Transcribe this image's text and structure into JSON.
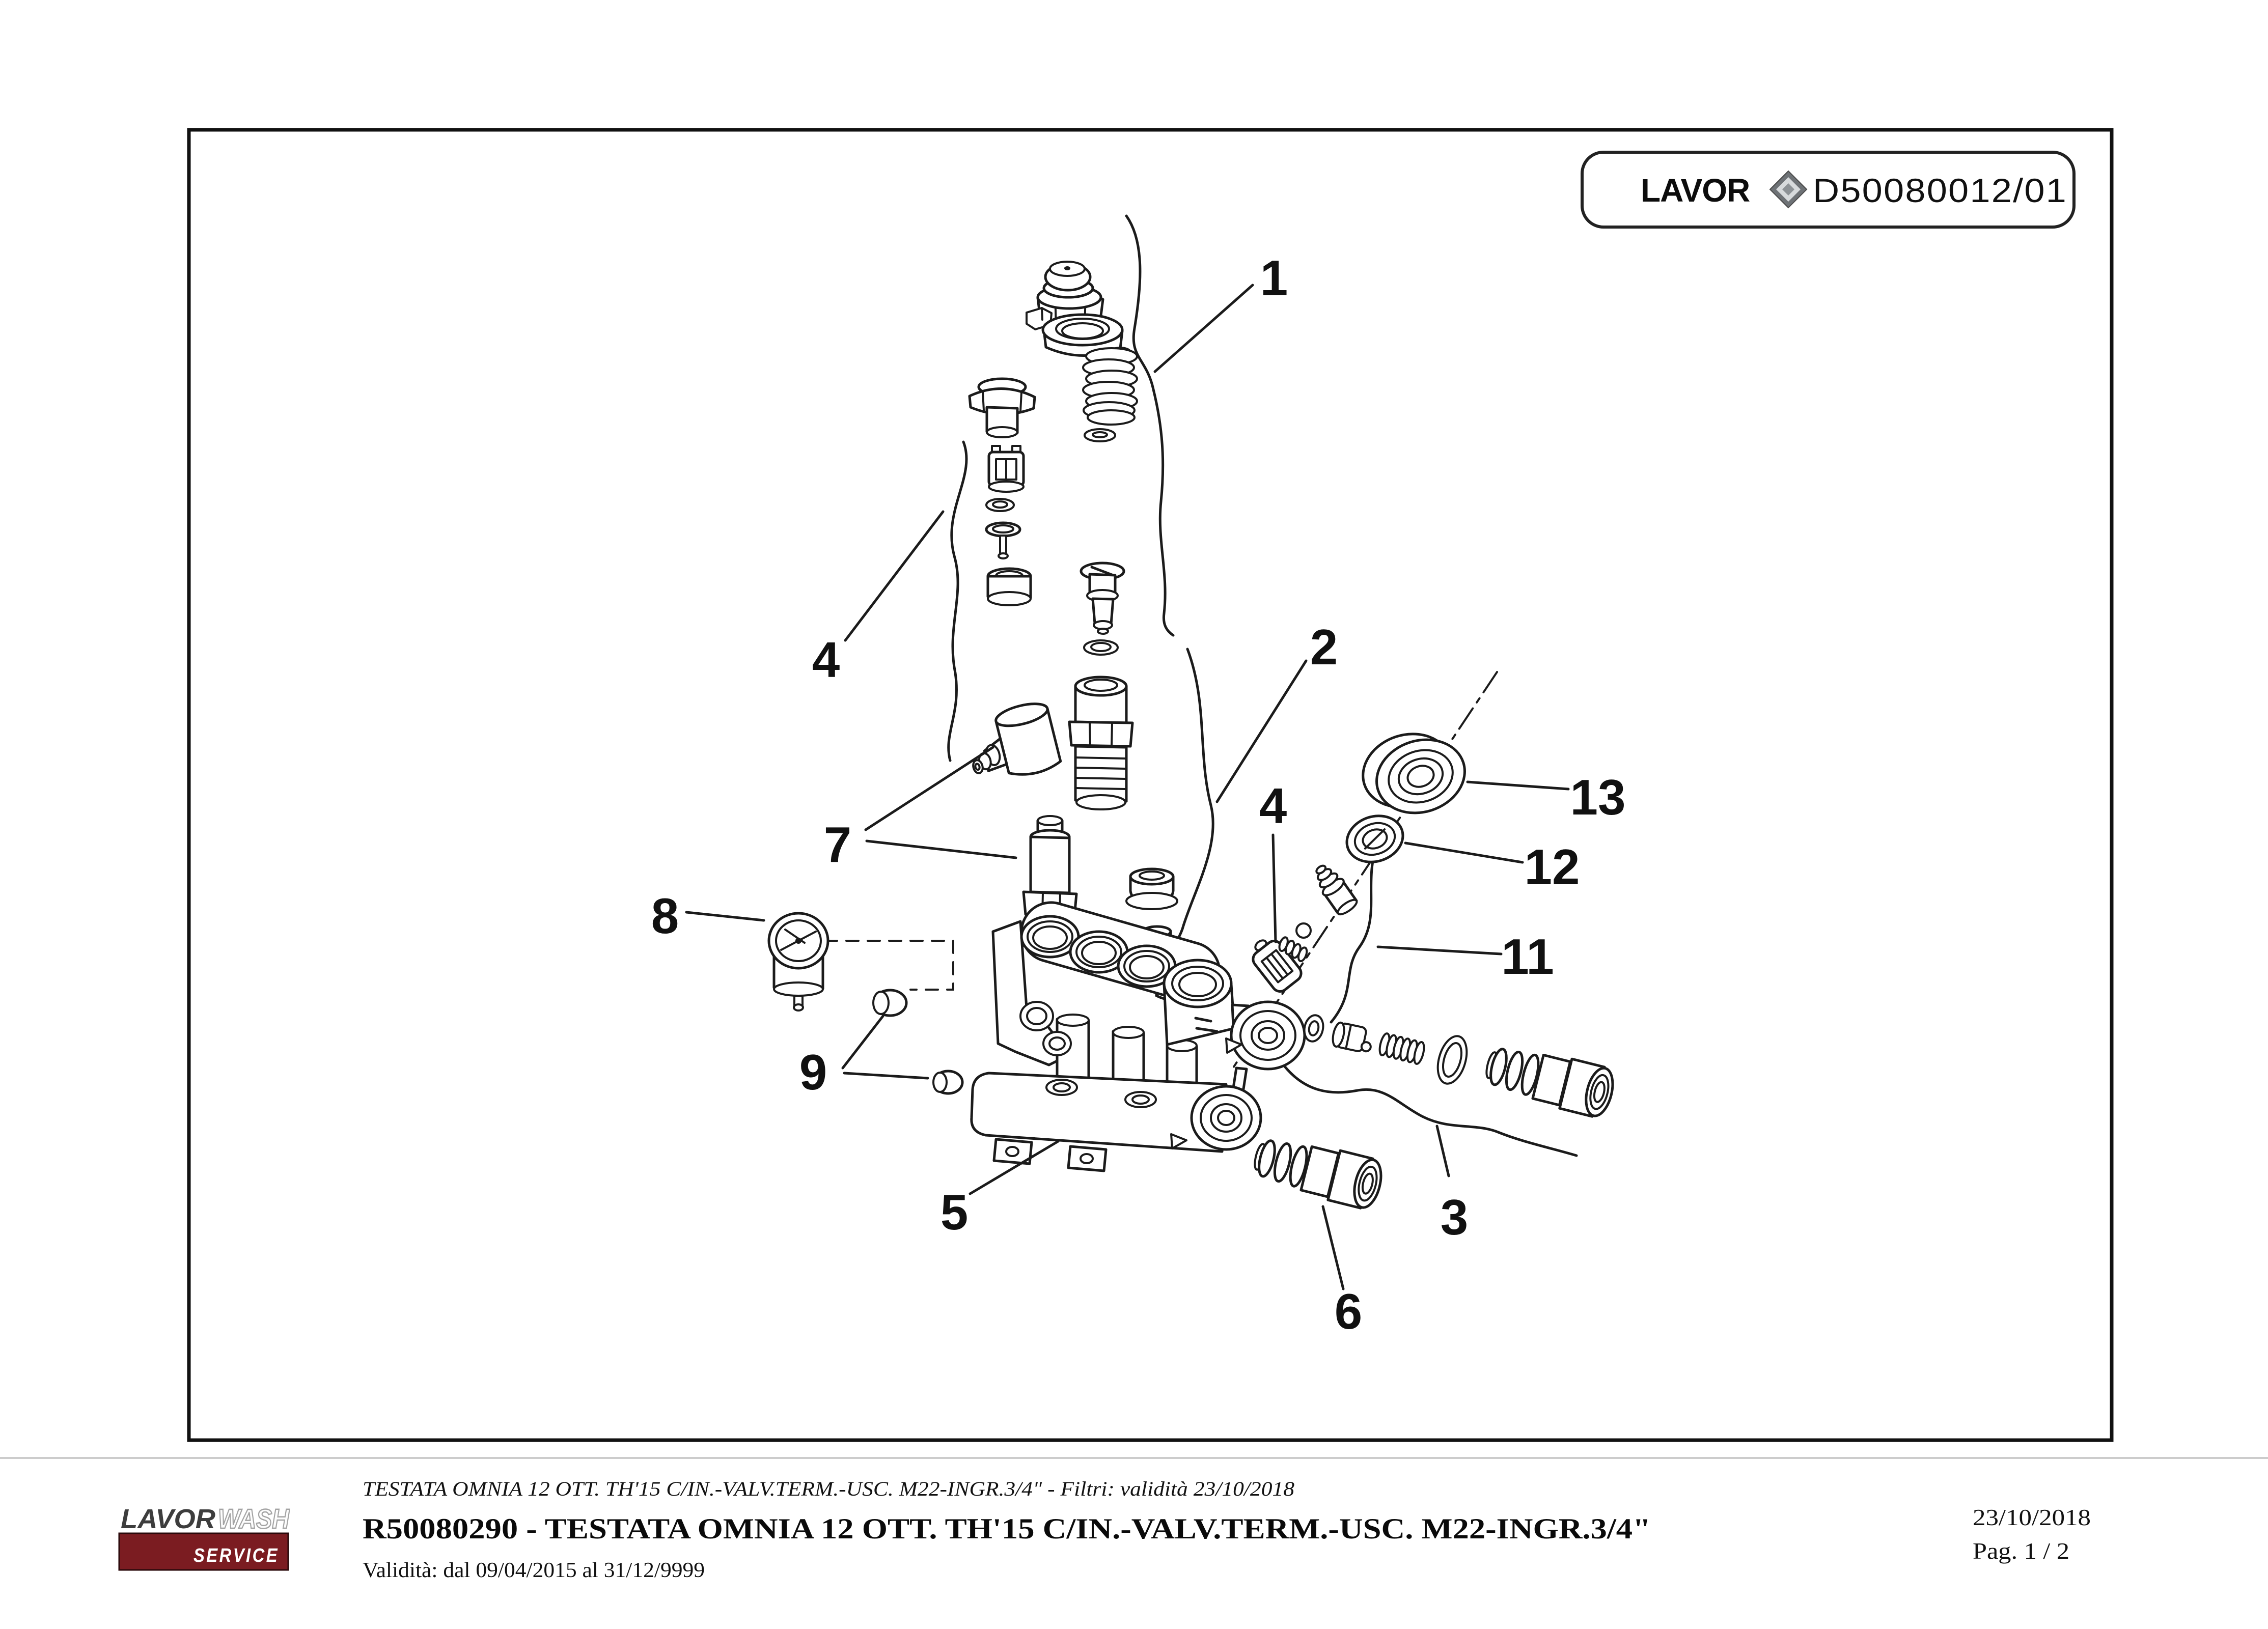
{
  "header": {
    "brand": "LAVOR",
    "code": "D50080012/01"
  },
  "diagram": {
    "line_color": "#1b1b1b",
    "callouts": [
      {
        "label": "1"
      },
      {
        "label": "2"
      },
      {
        "label": "3"
      },
      {
        "label": "4"
      },
      {
        "label": "4"
      },
      {
        "label": "5"
      },
      {
        "label": "6"
      },
      {
        "label": "7"
      },
      {
        "label": "8"
      },
      {
        "label": "9"
      },
      {
        "label": "11"
      },
      {
        "label": "12"
      },
      {
        "label": "13"
      }
    ]
  },
  "footer": {
    "line1": "TESTATA OMNIA 12 OTT. TH'15 C/IN.-VALV.TERM.-USC. M22-INGR.3/4\" - Filtri: validità 23/10/2018",
    "line2": "R50080290 - TESTATA OMNIA 12 OTT. TH'15 C/IN.-VALV.TERM.-USC. M22-INGR.3/4\"",
    "line3": "Validità: dal 09/04/2015 al 31/12/9999",
    "date": "23/10/2018",
    "page": "Pag. 1 / 2",
    "logo": {
      "brand_dark": "LAVOR",
      "brand_light": "WASH",
      "service": "SERVICE",
      "bar_color": "#7b1c21"
    }
  }
}
